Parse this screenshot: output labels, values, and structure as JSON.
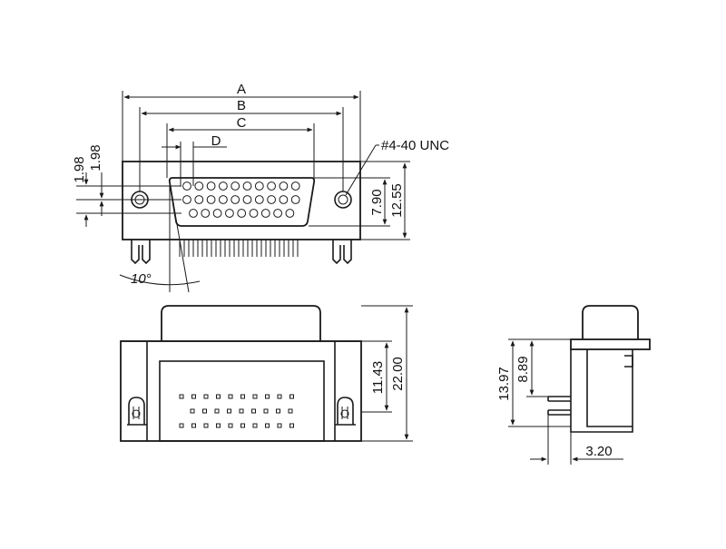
{
  "dimensions": {
    "A": "A",
    "B": "B",
    "C": "C",
    "D": "D",
    "thread": "#4-40 UNC",
    "pitch_v1": "1.98",
    "pitch_v2": "1.98",
    "height_790": "7.90",
    "height_1255": "12.55",
    "angle": "10°",
    "height_1143": "11.43",
    "height_2200": "22.00",
    "height_1397": "13.97",
    "height_889": "8.89",
    "width_320": "3.20"
  },
  "colors": {
    "line": "#1a1a1a",
    "background": "#ffffff"
  }
}
